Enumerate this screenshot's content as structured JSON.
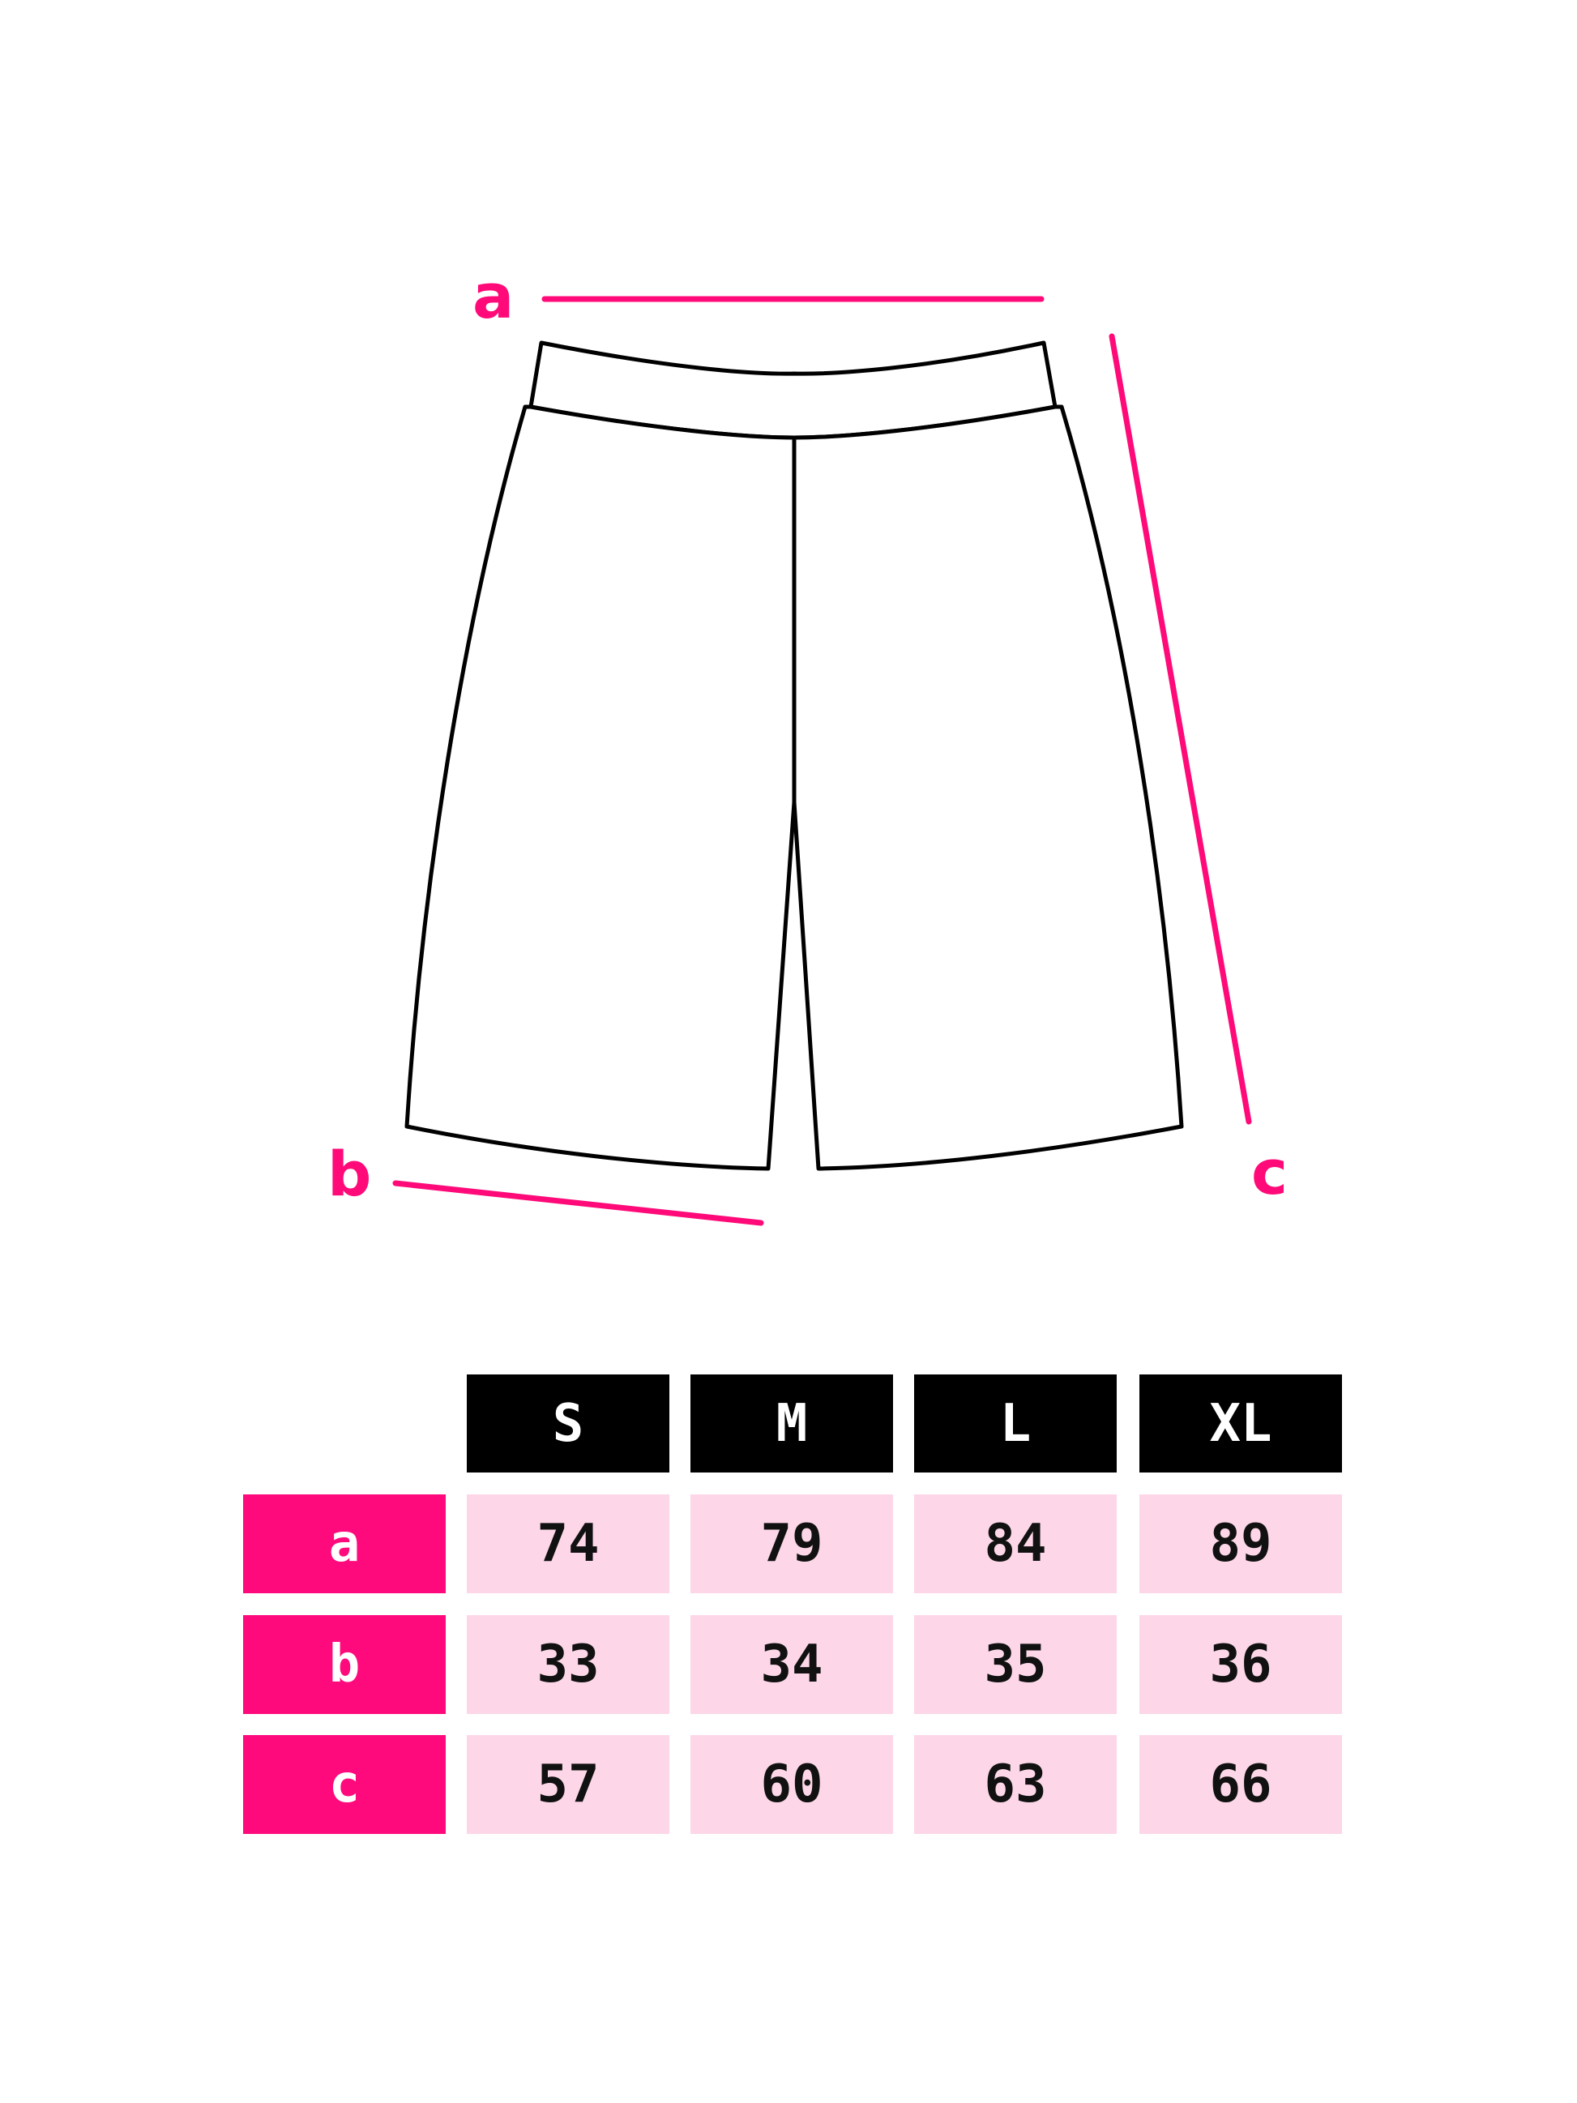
{
  "colors": {
    "accent": "#ff0a7d",
    "header_bg": "#000000",
    "cell_bg": "#fdd7e8",
    "outline": "#000000"
  },
  "diagram": {
    "labels": {
      "a": "a",
      "b": "b",
      "c": "c"
    }
  },
  "table": {
    "sizes": [
      "S",
      "M",
      "L",
      "XL"
    ],
    "rows": [
      {
        "label": "a",
        "values": [
          "74",
          "79",
          "84",
          "89"
        ]
      },
      {
        "label": "b",
        "values": [
          "33",
          "34",
          "35",
          "36"
        ]
      },
      {
        "label": "c",
        "values": [
          "57",
          "60",
          "63",
          "66"
        ]
      }
    ]
  }
}
